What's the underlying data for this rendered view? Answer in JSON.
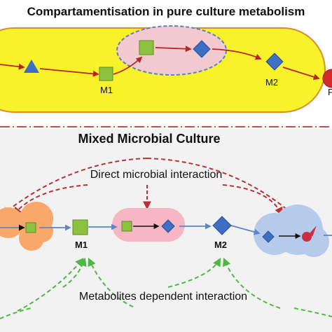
{
  "top_panel": {
    "title": "Compartamentisation in pure culture metabolism",
    "labels": {
      "m1": "M1",
      "m2": "M2",
      "p": "P"
    }
  },
  "bottom_panel": {
    "title": "Mixed Microbial Culture",
    "direct_label": "Direct microbial interaction",
    "metabolite_label": "Metabolites dependent interaction",
    "labels": {
      "m1": "M1",
      "m2": "M2"
    }
  },
  "colors": {
    "cell_fill": "#f7f229",
    "cell_border": "#e08a2a",
    "compartment_fill": "#f3c9d0",
    "compartment_border": "#5b7fc0",
    "square": "#8dc23e",
    "diamond": "#3d6fc4",
    "product": "#d42a2a",
    "flux_arrow": "#b82525",
    "direct_arrow": "#b73232",
    "metabolite_arrow": "#4fb845",
    "bottom_bg": "#f2f2f2",
    "separator": "#c0504d",
    "orange_microbe": "#f7a86a",
    "pink_microbe": "#f6b6c4",
    "blue_microbe": "#b6cbec",
    "blue_arrow": "#5b86c8"
  }
}
